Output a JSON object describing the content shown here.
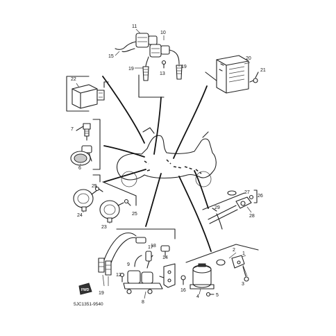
{
  "diagram": {
    "drawing_code": "5JC1351-9540",
    "fwd_label": "FWD",
    "callouts": [
      "1",
      "2",
      "3",
      "4",
      "5",
      "6",
      "7",
      "8",
      "9",
      "10",
      "11",
      "12",
      "13",
      "14",
      "15",
      "16",
      "17",
      "18",
      "19",
      "19",
      "19",
      "20",
      "21",
      "22",
      "23",
      "24",
      "25",
      "25",
      "26",
      "27",
      "28",
      "29"
    ]
  }
}
